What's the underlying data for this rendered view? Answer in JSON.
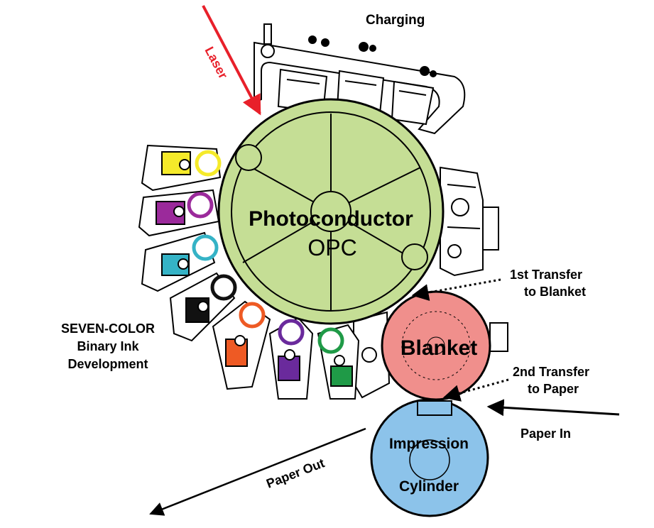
{
  "labels": {
    "charging": "Charging",
    "laser": "Laser",
    "photoconductor": "Photoconductor",
    "opc": "OPC",
    "first_transfer_line1": "1st Transfer",
    "first_transfer_line2": "to Blanket",
    "blanket": "Blanket",
    "second_transfer_line1": "2nd Transfer",
    "second_transfer_line2": "to Paper",
    "paper_in": "Paper In",
    "paper_out": "Paper Out",
    "impression_line1": "Impression",
    "impression_line2": "Cylinder",
    "development_line1": "SEVEN-COLOR",
    "development_line2": "Binary Ink",
    "development_line3": "Development"
  },
  "colors": {
    "opc_fill": "#c5de95",
    "blanket_fill": "#f08f8c",
    "impression_fill": "#8cc3ea",
    "laser": "#e8202a",
    "ink_yellow": "#f5ea2a",
    "ink_magenta": "#9b2a9b",
    "ink_cyan": "#35b3c6",
    "ink_black": "#111111",
    "ink_orange": "#ee5a24",
    "ink_violet": "#6a2a9c",
    "ink_green": "#1f9a47"
  },
  "ink_units": [
    "yellow",
    "magenta",
    "cyan",
    "black",
    "orange",
    "violet",
    "green"
  ]
}
